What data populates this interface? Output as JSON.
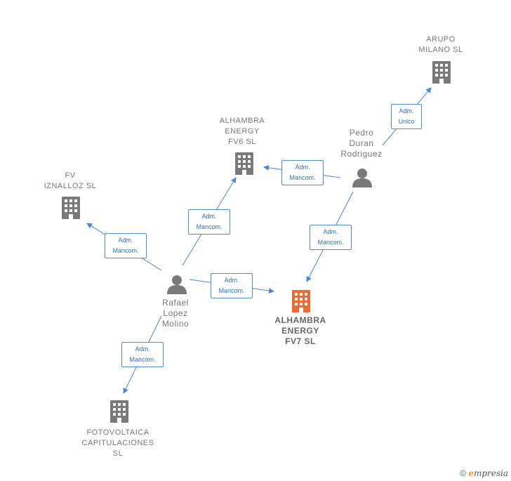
{
  "nodes": {
    "arupo": {
      "label": "ARUPO\nMILANO  SL",
      "kind": "company"
    },
    "fv6": {
      "label": "ALHAMBRA\nENERGY\nFV6  SL",
      "kind": "company"
    },
    "iznalloz": {
      "label": "FV\nIZNALLOZ  SL",
      "kind": "company"
    },
    "fv7": {
      "label": "ALHAMBRA\nENERGY\nFV7  SL",
      "kind": "company-focus"
    },
    "foto": {
      "label": "FOTOVOLTAICA\nCAPITULACIONES\nSL",
      "kind": "company"
    },
    "pedro": {
      "label": "Pedro\nDuran\nRodriguez",
      "kind": "person"
    },
    "rafael": {
      "label": "Rafael\nLopez\nMolino",
      "kind": "person"
    }
  },
  "edges": {
    "pedro_arupo": "Adm.\nUnico",
    "pedro_fv6": "Adm.\nMancom.",
    "pedro_fv7": "Adm.\nMancom.",
    "rafael_fv6": "Adm.\nMancom.",
    "rafael_iznalloz": "Adm.\nMancom.",
    "rafael_fv7": "Adm.\nMancom.",
    "rafael_foto": "Adm.\nMancom."
  },
  "footer": {
    "copyright": "©",
    "brand_initial": "e",
    "brand_rest": "mpresia"
  },
  "colors": {
    "edge": "#4a8ad2",
    "company": "#7a7a7a",
    "focus": "#f06a30",
    "person": "#7a7a7a"
  }
}
